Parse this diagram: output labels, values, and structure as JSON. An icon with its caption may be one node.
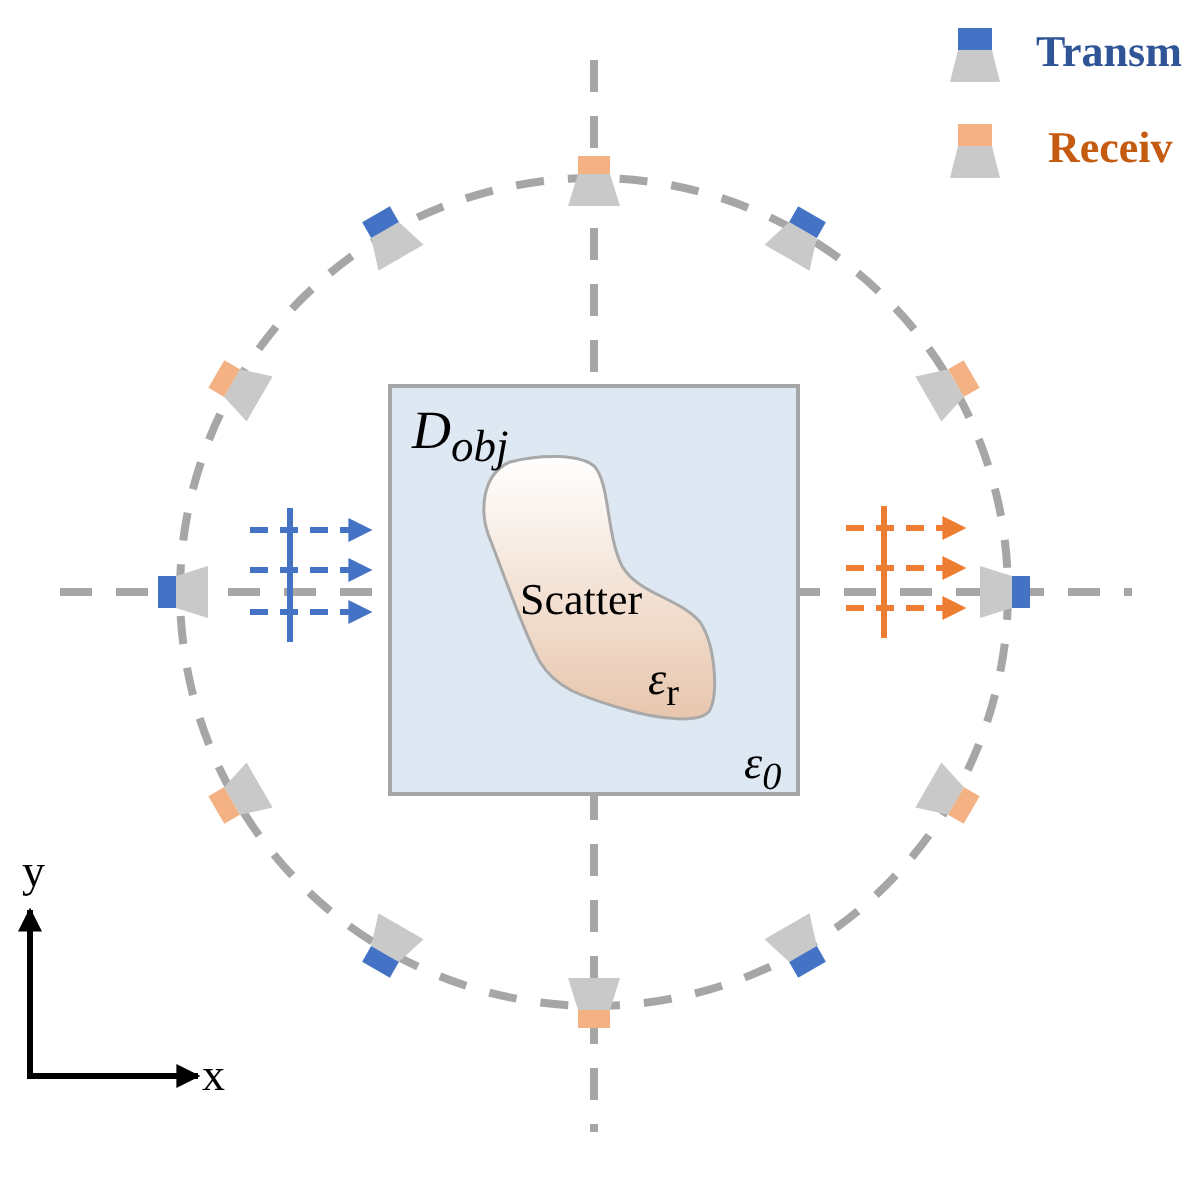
{
  "diagram": {
    "nodes": [
      {
        "text": [
          "D$_{obj}$",
          "ε$_{0}$"
        ]
      },
      {
        "text": [
          "Scatter",
          "*ε*$_{r}$"
        ],
        "in": 0
      }
    ],
    "labels": [
      "y",
      "x"
    ],
    "legend": [
      {
        "text": "Transm"
      },
      {
        "text": "Receiv"
      }
    ]
  }
}
